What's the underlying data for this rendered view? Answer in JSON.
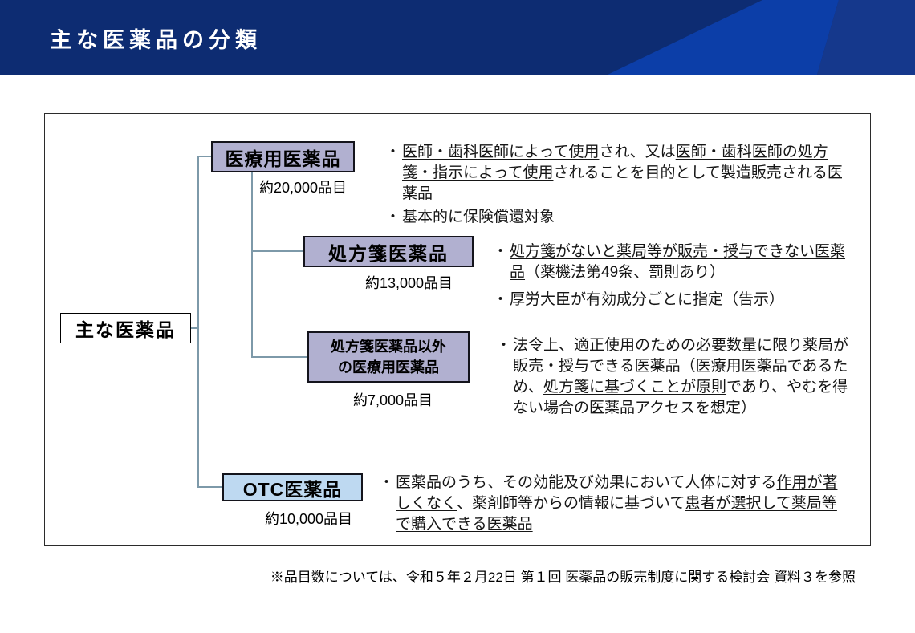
{
  "header": {
    "title": "主な医薬品の分類",
    "bg": "#0d2c72",
    "band1": "#0c3ea8",
    "band2": "#15388c"
  },
  "diagram": {
    "line_color": "#7d99a9",
    "root": {
      "label": "主な医薬品"
    },
    "branches": [
      {
        "label": "医療用医薬品",
        "count": "約20,000品目",
        "color": "#b1b0d0",
        "bullets": [
          {
            "marker": "・",
            "lines": [
              {
                "segments": [
                  {
                    "t": "医師・歯科医師によって使用",
                    "u": true
                  },
                  {
                    "t": "され、又は"
                  },
                  {
                    "t": "医師・歯科医師の処方",
                    "u": true
                  }
                ]
              },
              {
                "segments": [
                  {
                    "t": "箋・指示によって使用",
                    "u": true
                  },
                  {
                    "t": "されることを目的として製造販売される医"
                  }
                ]
              },
              {
                "segments": [
                  {
                    "t": "薬品"
                  }
                ]
              }
            ]
          },
          {
            "marker": "・",
            "lines": [
              {
                "segments": [
                  {
                    "t": "基本的に保険償還対象"
                  }
                ]
              }
            ]
          }
        ]
      },
      {
        "label": "処方箋医薬品",
        "count": "約13,000品目",
        "color": "#b1b0d0",
        "bullets": [
          {
            "marker": "・",
            "lines": [
              {
                "segments": [
                  {
                    "t": "処方箋がないと薬局等が販売・授与できない医薬",
                    "u": true
                  }
                ]
              },
              {
                "segments": [
                  {
                    "t": "品",
                    "u": true
                  },
                  {
                    "t": "（薬機法第49条、罰則あり）"
                  }
                ]
              }
            ]
          },
          {
            "marker": "・",
            "lines": [
              {
                "segments": [
                  {
                    "t": "厚労大臣が有効成分ごとに指定（告示）"
                  }
                ]
              }
            ]
          }
        ]
      },
      {
        "label_line1": "処方箋医薬品以外",
        "label_line2": "の医療用医薬品",
        "count": "約7,000品目",
        "color": "#b1b0d0",
        "bullets": [
          {
            "marker": "・",
            "lines": [
              {
                "segments": [
                  {
                    "t": "法令上、適正使用のための必要数量に限り薬局が"
                  }
                ]
              },
              {
                "segments": [
                  {
                    "t": "販売・授与できる医薬品（医療用医薬品であるた"
                  }
                ]
              },
              {
                "segments": [
                  {
                    "t": "め、"
                  },
                  {
                    "t": "処方箋に基づくことが原則",
                    "u": true
                  },
                  {
                    "t": "であり、やむを得"
                  }
                ]
              },
              {
                "segments": [
                  {
                    "t": "ない場合の医薬品アクセスを想定）"
                  }
                ]
              }
            ]
          }
        ]
      },
      {
        "label": "OTC医薬品",
        "count": "約10,000品目",
        "color": "#bed9f1",
        "bullets": [
          {
            "marker": "・",
            "lines": [
              {
                "segments": [
                  {
                    "t": "医薬品のうち、その効能及び効果において人体に対する"
                  },
                  {
                    "t": "作用が著",
                    "u": true
                  }
                ]
              },
              {
                "segments": [
                  {
                    "t": "しくなく",
                    "u": true
                  },
                  {
                    "t": "、薬剤師等からの情報に基づいて"
                  },
                  {
                    "t": "患者が選択して薬局等",
                    "u": true
                  }
                ]
              },
              {
                "segments": [
                  {
                    "t": "で購入できる医薬品",
                    "u": true
                  }
                ]
              }
            ]
          }
        ]
      }
    ]
  },
  "footnote": "※品目数については、令和５年２月22日 第１回 医薬品の販売制度に関する検討会 資料３を参照"
}
